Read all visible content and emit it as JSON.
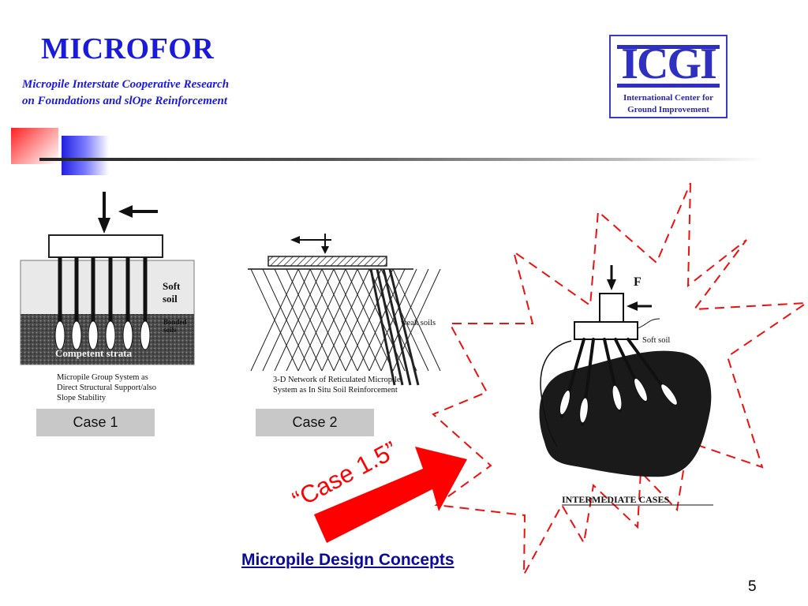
{
  "header": {
    "title": "MICROFOR",
    "subtitle_line1": "Micropile Interstate Cooperative Research",
    "subtitle_line2": "on Foundations and slOpe Reinforcement"
  },
  "logo": {
    "letters": "ICGI",
    "line1": "International Center for",
    "line2": "Ground Improvement"
  },
  "figures": {
    "case1": {
      "label_soft1": "Soft",
      "label_soft2": "soil",
      "label_bonded1": "Bonded",
      "label_bonded2": "soils",
      "label_strata": "Competent strata",
      "caption1": "Micropile Group System as",
      "caption2": "Direct Structural Support/also",
      "caption3": "Slope Stability"
    },
    "case2": {
      "label_weak": "weak soils",
      "caption1": "3-D Network of Reticulated Micropile",
      "caption2": "System as In Situ Soil Reinforcement"
    },
    "intermediate": {
      "label_force": "F",
      "label_soft": "Soft soil",
      "caption": "INTERMEDIATE CASES"
    }
  },
  "cases": {
    "case1": "Case 1",
    "case2": "Case 2",
    "case15": "“Case 1.5”"
  },
  "footer": {
    "link": "Micropile Design Concepts",
    "page": "5"
  },
  "colors": {
    "title_blue": "#1a1adc",
    "arrow_red": "#ff0000",
    "star_red": "#ee1111",
    "case_box": "#c8c8c8"
  }
}
